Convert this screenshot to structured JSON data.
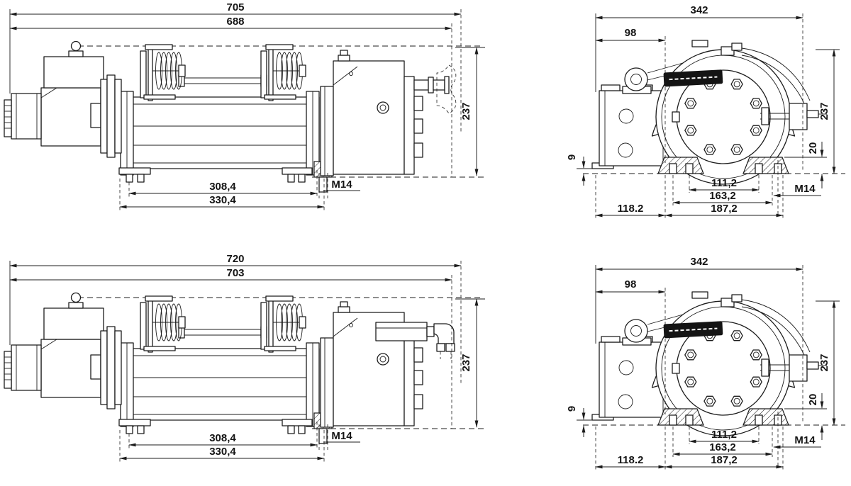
{
  "drawing": {
    "subject": "hydraulic winch dimensional drawing, four orthographic views",
    "colors": {
      "line": "#1c1c1c",
      "background": "#ffffff",
      "brand_plate": "#141414"
    }
  },
  "views": {
    "side_top": {
      "dims": {
        "overall_length": "705",
        "frame_length": "688",
        "height": "237",
        "mount_span_inner": "308,4",
        "mount_span_outer": "330,4",
        "thread": "M14"
      }
    },
    "end_top": {
      "dims": {
        "overall_width": "342",
        "motor_offset": "98",
        "height": "237",
        "foot_height": "20",
        "base_offset": "9",
        "stud_span_inner": "111,2",
        "stud_span_mid": "163,2",
        "stud_span_outer": "187,2",
        "side_offset": "118.2",
        "thread": "M14"
      }
    },
    "side_bottom": {
      "dims": {
        "overall_length": "720",
        "frame_length": "703",
        "height": "237",
        "mount_span_inner": "308,4",
        "mount_span_outer": "330,4",
        "thread": "M14"
      }
    },
    "end_bottom": {
      "dims": {
        "overall_width": "342",
        "motor_offset": "98",
        "height": "237",
        "foot_height": "20",
        "base_offset": "9",
        "stud_span_inner": "111,2",
        "stud_span_mid": "163,2",
        "stud_span_outer": "187,2",
        "side_offset": "118.2",
        "thread": "M14"
      }
    }
  }
}
